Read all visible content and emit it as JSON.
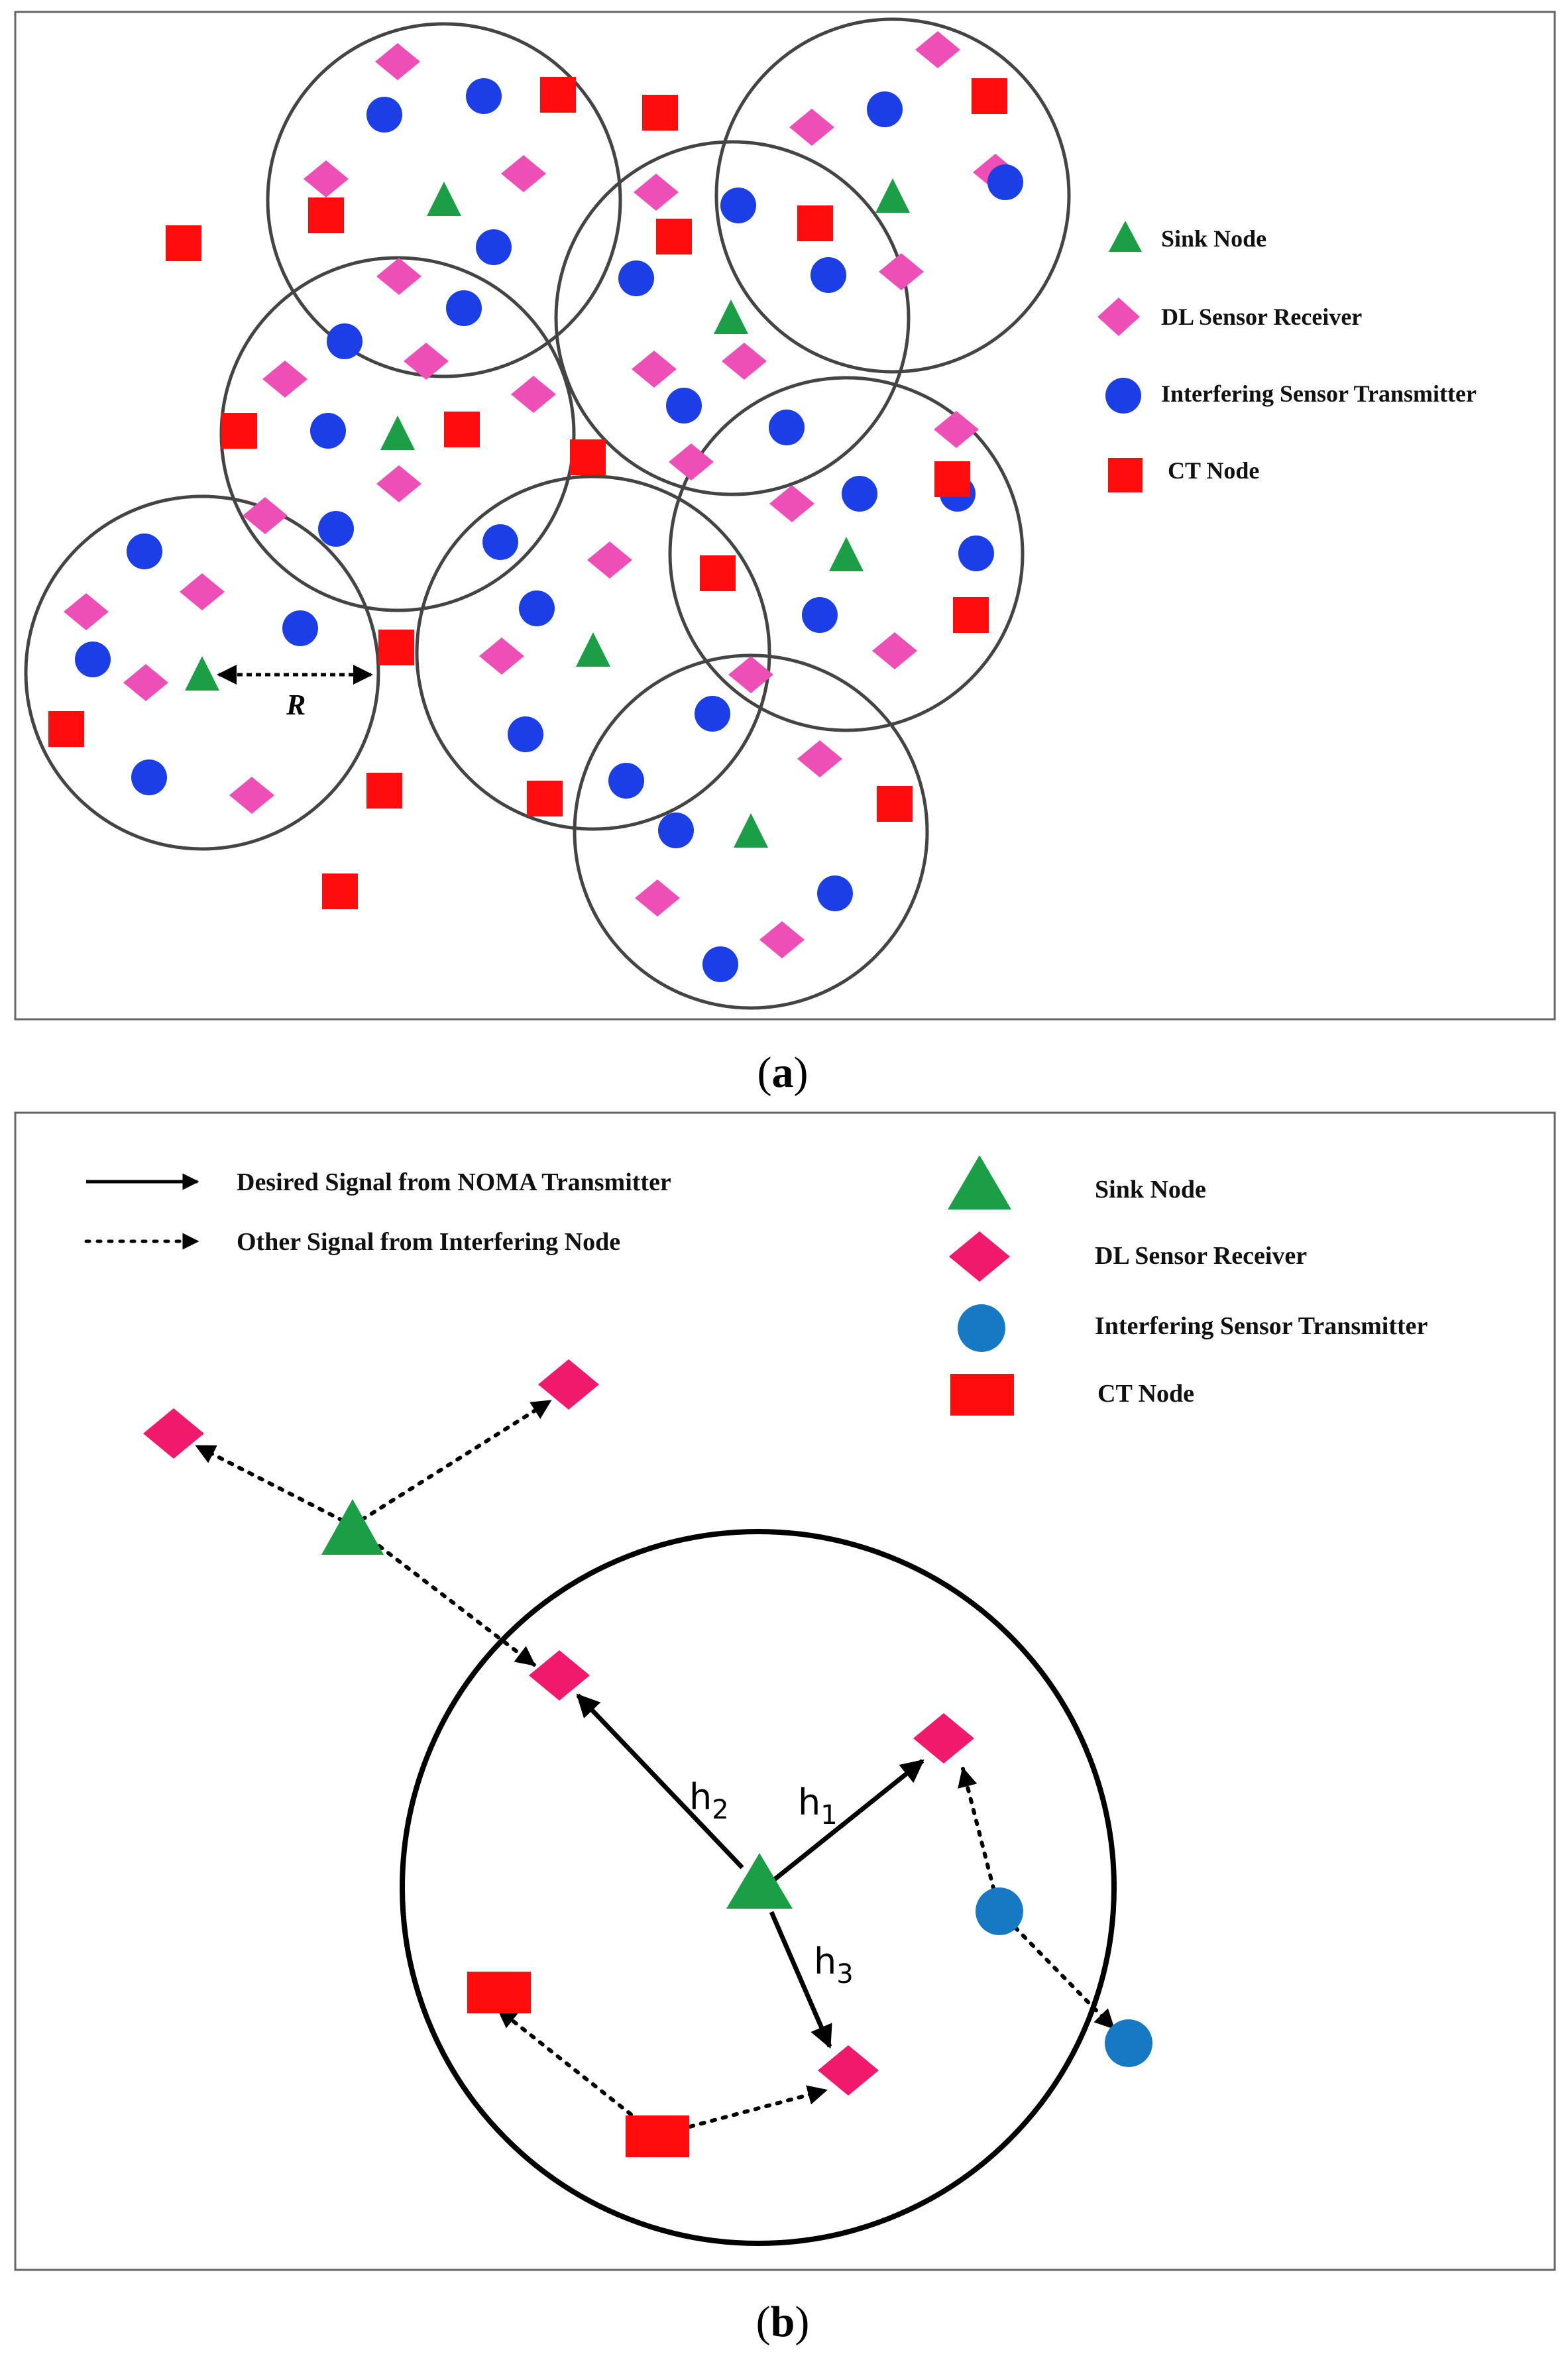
{
  "colors": {
    "sink": "#1a9e46",
    "dl_receiver": "#ee4fb6",
    "dl_receiver_b": "#f0196b",
    "interferer": "#1c3ee6",
    "interferer_b": "#1779c4",
    "ct_node": "#ff0d0d",
    "frame": "#666666"
  },
  "panel_a": {
    "caption_prefix": "(",
    "caption_letter": "a",
    "caption_suffix": ")",
    "radius_label": "R",
    "legend": {
      "sink": "Sink Node",
      "receiver": "DL Sensor Receiver",
      "interferer": "Interfering Sensor Transmitter",
      "ct": "CT Node"
    }
  },
  "panel_b": {
    "caption_prefix": "(",
    "caption_letter": "b",
    "caption_suffix": ")",
    "arrow_legend": {
      "desired": "Desired Signal from NOMA Transmitter",
      "other": "Other Signal from Interfering Node"
    },
    "legend": {
      "sink": "Sink Node",
      "receiver": "DL Sensor Receiver",
      "interferer": "Interfering Sensor Transmitter",
      "ct": "CT Node"
    },
    "channels": {
      "h1_base": "h",
      "h1_sub": "1",
      "h2_base": "h",
      "h2_sub": "2",
      "h3_base": "h",
      "h3_sub": "3"
    }
  }
}
